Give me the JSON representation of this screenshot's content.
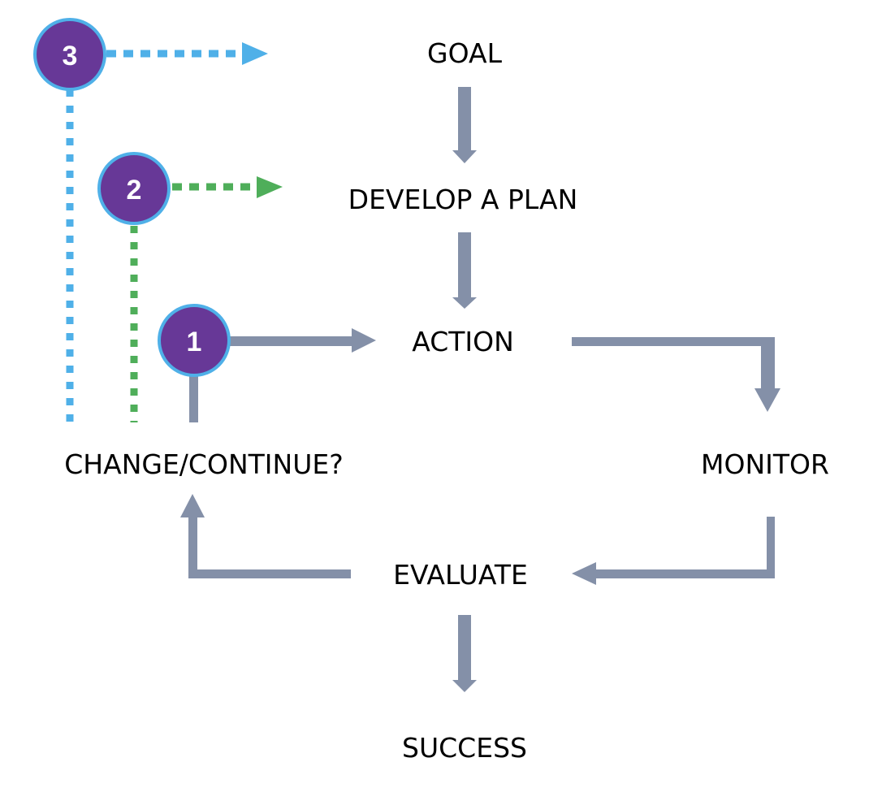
{
  "diagram": {
    "nodes": {
      "goal": "GOAL",
      "develop_plan": "DEVELOP A PLAN",
      "action": "ACTION",
      "monitor": "MONITOR",
      "evaluate": "EVALUATE",
      "change_continue": "CHANGE/CONTINUE?",
      "success": "SUCCESS"
    },
    "badges": [
      {
        "number": "1",
        "target": "ACTION",
        "line_style": "solid"
      },
      {
        "number": "2",
        "target": "DEVELOP A PLAN",
        "line_style": "dotted"
      },
      {
        "number": "3",
        "target": "GOAL",
        "line_style": "dotted"
      }
    ],
    "colors": {
      "arrow": "#8490a8",
      "badge_fill": "#673897",
      "badge_ring": "#4fb0e8",
      "loop_3": "#4fb0e8",
      "loop_2": "#4fae5a",
      "text": "#000000"
    }
  }
}
